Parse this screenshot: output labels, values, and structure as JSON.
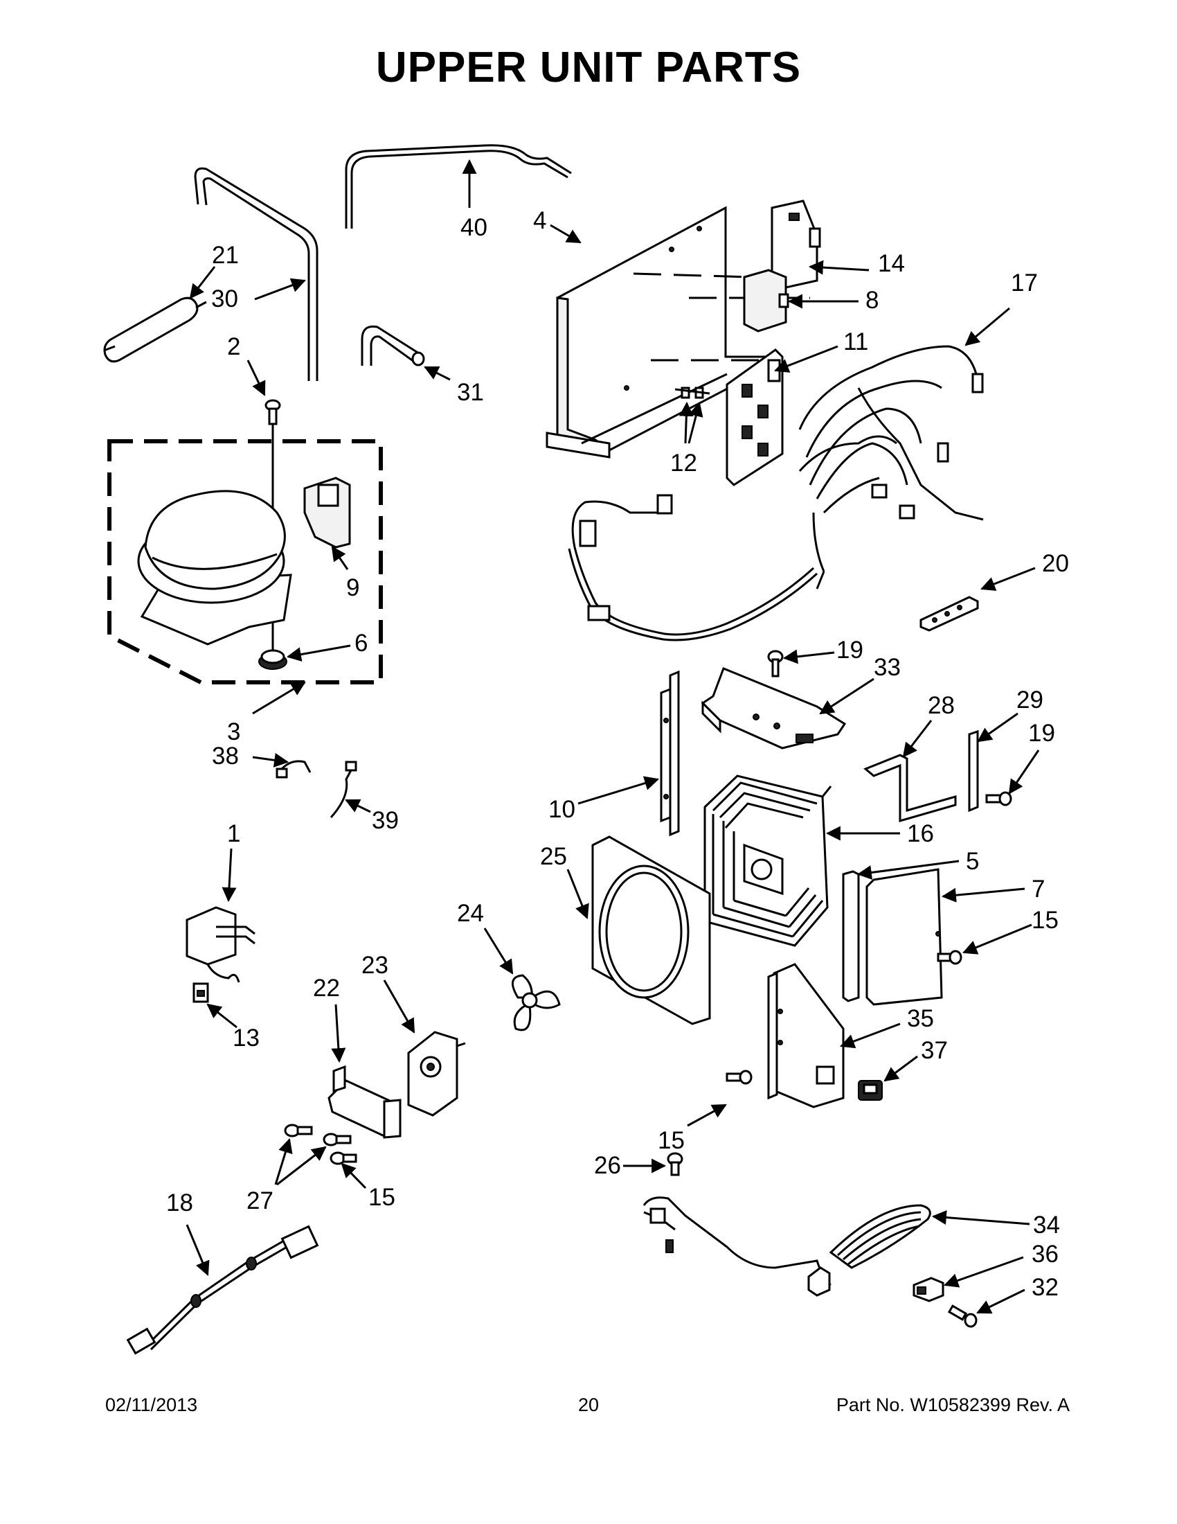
{
  "title": "UPPER UNIT PARTS",
  "footer": {
    "date": "02/11/2013",
    "page": "20",
    "part_number": "Part No.  W10582399  Rev.  A"
  },
  "callouts": [
    "1",
    "2",
    "3",
    "4",
    "5",
    "6",
    "7",
    "8",
    "9",
    "10",
    "11",
    "12",
    "13",
    "14",
    "15",
    "16",
    "17",
    "18",
    "19",
    "20",
    "21",
    "22",
    "23",
    "24",
    "25",
    "26",
    "27",
    "28",
    "29",
    "30",
    "31",
    "32",
    "33",
    "34",
    "35",
    "36",
    "37",
    "38",
    "39",
    "40"
  ]
}
